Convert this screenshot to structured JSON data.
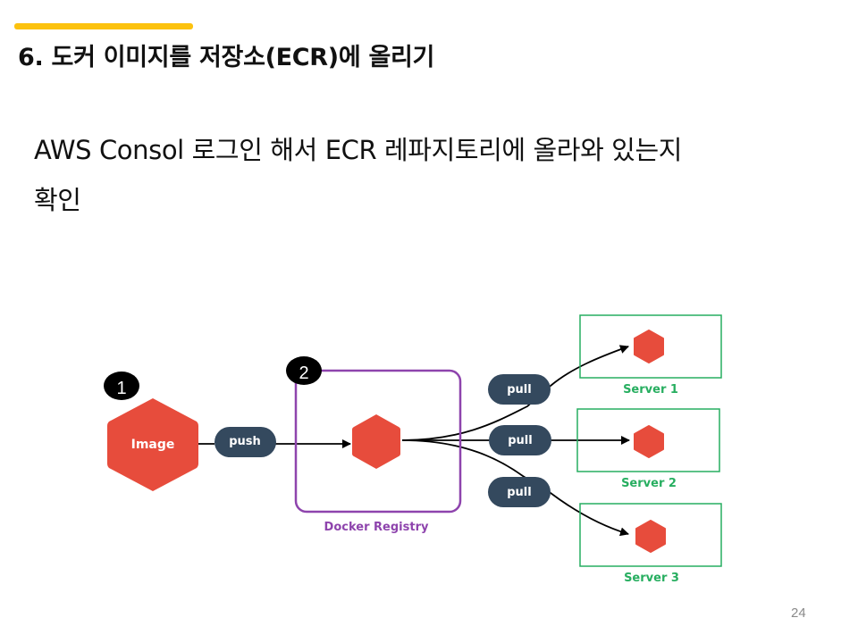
{
  "slide": {
    "title": "6. 도커 이미지를 저장소(ECR)에 올리기",
    "body_line1": "AWS Consol 로그인 해서 ECR 레파지토리에 올라와 있는지",
    "body_line2": "확인",
    "page_number": "24",
    "accent_color": "#fcc20f"
  },
  "diagram": {
    "colors": {
      "hexagon": "#e74c3c",
      "pill": "#34495e",
      "registry_border": "#8e44ad",
      "server_border": "#27ae60",
      "badge": "#000000"
    },
    "image_node": {
      "label": "Image",
      "badge": "1"
    },
    "push_label": "push",
    "registry": {
      "label": "Docker Registry",
      "badge": "2"
    },
    "pull_labels": [
      "pull",
      "pull",
      "pull"
    ],
    "servers": [
      {
        "label": "Server 1"
      },
      {
        "label": "Server 2"
      },
      {
        "label": "Server 3"
      }
    ]
  }
}
